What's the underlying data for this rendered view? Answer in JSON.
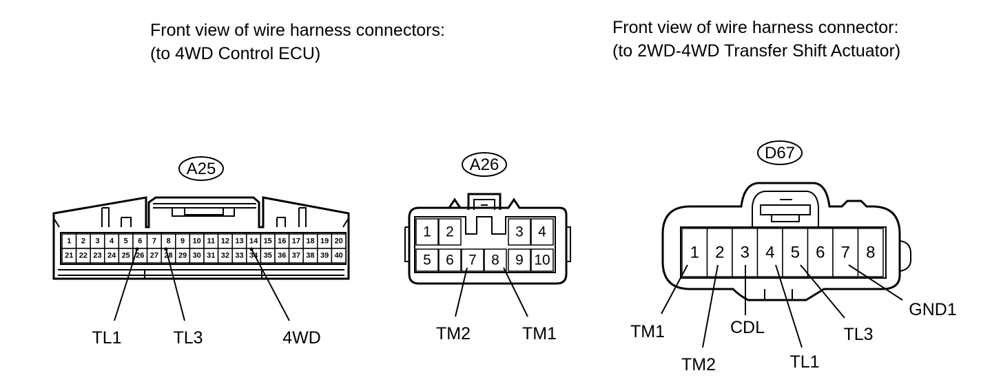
{
  "headings": {
    "ecu": {
      "line1": "Front view of wire harness connectors:",
      "line2": "(to 4WD Control ECU)"
    },
    "actuator": {
      "line1": "Front view of wire harness connector:",
      "line2": "(to 2WD-4WD Transfer Shift Actuator)"
    }
  },
  "connectors": {
    "a25": {
      "tag": "A25",
      "row1": [
        "1",
        "2",
        "3",
        "4",
        "5",
        "6",
        "7",
        "8",
        "9",
        "10",
        "11",
        "12",
        "13",
        "14",
        "15",
        "16",
        "17",
        "18",
        "19",
        "20"
      ],
      "row2": [
        "21",
        "22",
        "23",
        "24",
        "25",
        "26",
        "27",
        "28",
        "29",
        "30",
        "31",
        "32",
        "33",
        "34",
        "35",
        "36",
        "37",
        "38",
        "39",
        "40"
      ],
      "labels": {
        "tl1": "TL1",
        "tl3": "TL3",
        "fourwd": "4WD"
      }
    },
    "a26": {
      "tag": "A26",
      "pins": [
        "1",
        "2",
        "3",
        "4",
        "5",
        "6",
        "7",
        "8",
        "9",
        "10"
      ],
      "labels": {
        "tm2": "TM2",
        "tm1": "TM1"
      }
    },
    "d67": {
      "tag": "D67",
      "pins": [
        "1",
        "2",
        "3",
        "4",
        "5",
        "6",
        "7",
        "8"
      ],
      "labels": {
        "tm1": "TM1",
        "tm2": "TM2",
        "cdl": "CDL",
        "tl1": "TL1",
        "tl3": "TL3",
        "gnd1": "GND1"
      }
    }
  }
}
